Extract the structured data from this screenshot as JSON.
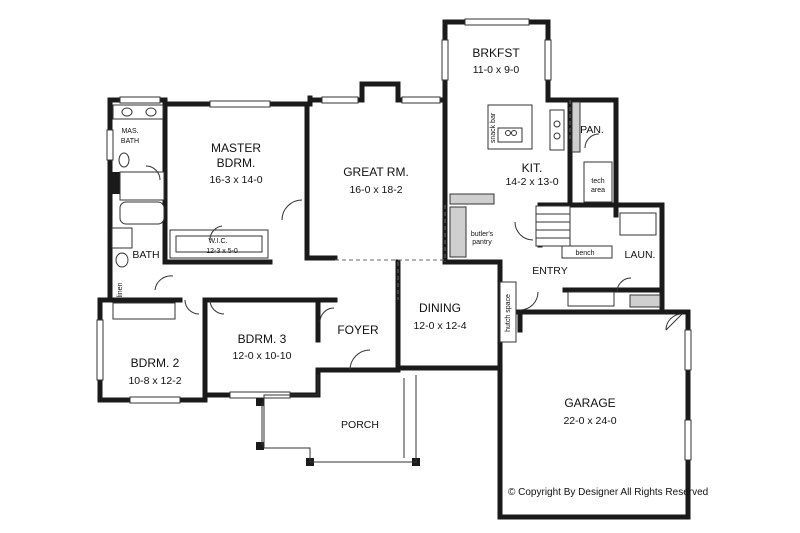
{
  "rooms": {
    "brkfst": {
      "name": "BRKFST",
      "size": "11-0 x 9-0"
    },
    "mas_bath": {
      "name1": "MAS.",
      "name2": "BATH"
    },
    "master": {
      "name1": "MASTER",
      "name2": "BDRM.",
      "size": "16-3 x 14-0"
    },
    "great": {
      "name": "GREAT RM.",
      "size": "16-0 x 18-2"
    },
    "kit": {
      "name": "KIT.",
      "size": "14-2 x 13-0"
    },
    "pan": {
      "name": "PAN."
    },
    "tech": {
      "name1": "tech",
      "name2": "area"
    },
    "snack": {
      "name": "snack bar"
    },
    "wic": {
      "name": "W.I.C.",
      "size": "12-3 x 5-0"
    },
    "butler": {
      "name1": "butler's",
      "name2": "pantry"
    },
    "bench": {
      "name": "bench"
    },
    "laun": {
      "name": "LAUN."
    },
    "bath": {
      "name": "BATH"
    },
    "entry": {
      "name": "ENTRY"
    },
    "linen": {
      "name": "linen"
    },
    "dining": {
      "name": "DINING",
      "size": "12-0 x 12-4"
    },
    "hutch": {
      "name": "hutch space"
    },
    "foyer": {
      "name": "FOYER"
    },
    "bdrm3": {
      "name": "BDRM. 3",
      "size": "12-0 x 10-10"
    },
    "bdrm2": {
      "name": "BDRM. 2",
      "size": "10-8 x 12-2"
    },
    "garage": {
      "name": "GARAGE",
      "size": "22-0 x 24-0"
    },
    "porch": {
      "name": "PORCH"
    }
  },
  "copyright": "© Copyright By Designer All Rights Reserved"
}
